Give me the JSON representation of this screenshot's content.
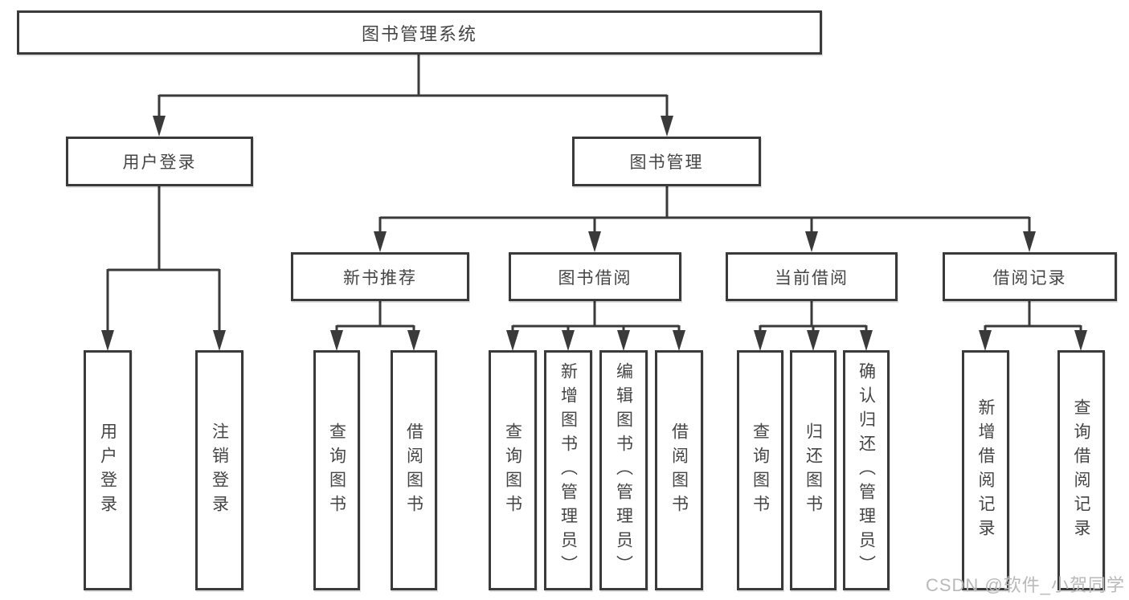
{
  "diagram": {
    "root": "图书管理系统",
    "level2": {
      "user_login": "用户登录",
      "book_management": "图书管理"
    },
    "level3": {
      "new_book_recommend": "新书推荐",
      "book_borrowing": "图书借阅",
      "current_borrowing": "当前借阅",
      "borrowing_records": "借阅记录"
    },
    "leaves": {
      "user_login_leaf": "用户登录",
      "logout": "注销登录",
      "nb_query_books": "查询图书",
      "nb_borrow_books": "借阅图书",
      "bb_query_books": "查询图书",
      "bb_add_books": "新增图书（管理员）",
      "bb_edit_books": "编辑图书（管理员）",
      "bb_borrow_books": "借阅图书",
      "cb_query_books": "查询图书",
      "cb_return_books": "归还图书",
      "cb_confirm_return": "确认归还（管理员）",
      "br_add_record": "新增借阅记录",
      "br_query_record": "查询借阅记录"
    }
  },
  "watermark": "CSDN @软件_小贺同学",
  "colors": {
    "line": "#3a3a3a",
    "text": "#454545",
    "watermark": "#b9b9b9",
    "background": "#ffffff"
  }
}
